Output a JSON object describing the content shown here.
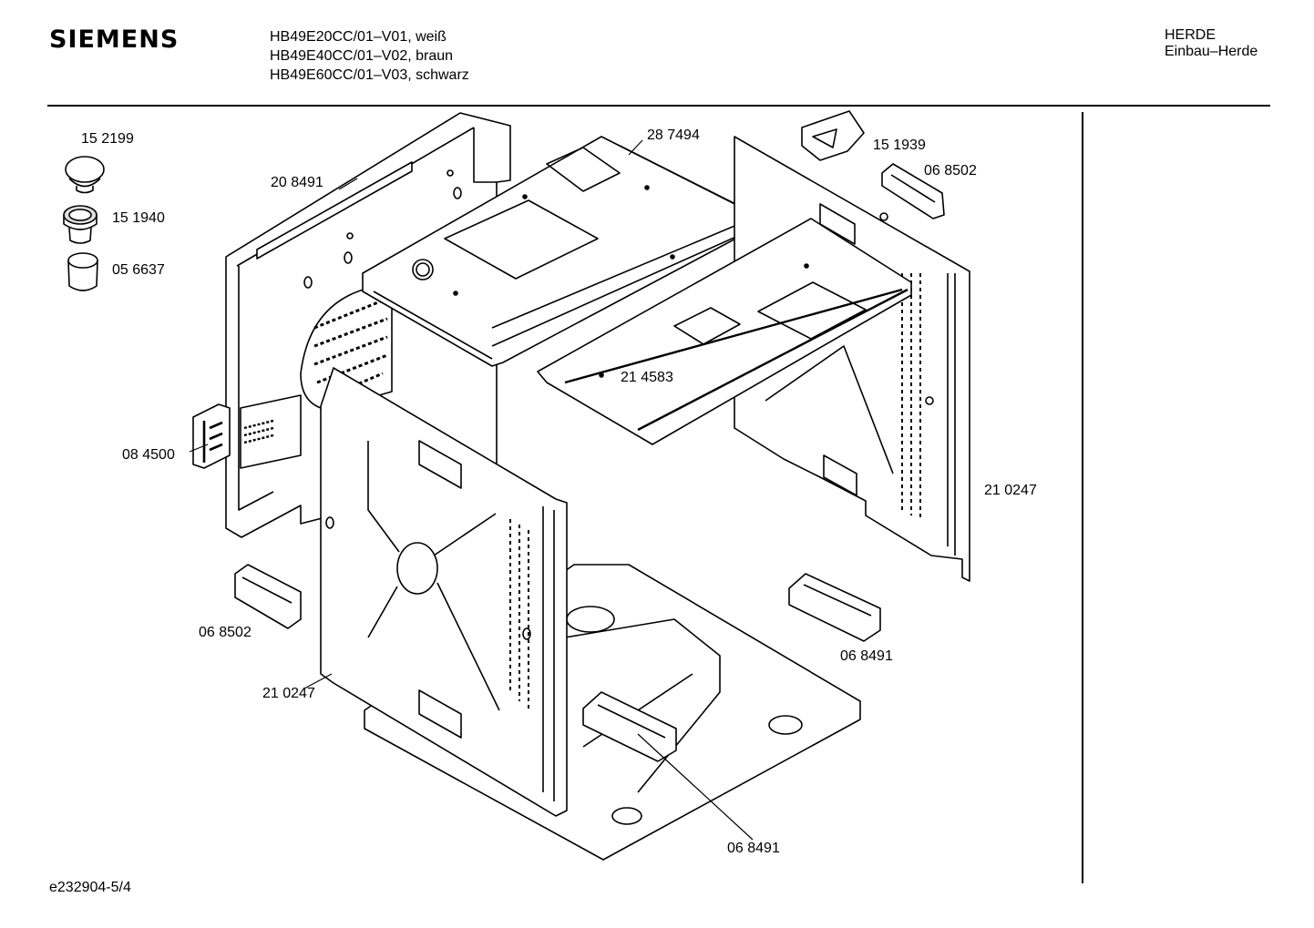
{
  "header": {
    "brand": "SIEMENS",
    "models": [
      "HB49E20CC/01–V01, weiß",
      "HB49E40CC/01–V02, braun",
      "HB49E60CC/01–V03, schwarz"
    ],
    "category": "HERDE",
    "subcategory": "Einbau–Herde"
  },
  "parts": [
    {
      "id": "p1",
      "number": "15 2199"
    },
    {
      "id": "p2",
      "number": "15 1940"
    },
    {
      "id": "p3",
      "number": "05 6637"
    },
    {
      "id": "p4",
      "number": "20 8491"
    },
    {
      "id": "p5",
      "number": "28 7494"
    },
    {
      "id": "p6",
      "number": "15 1939"
    },
    {
      "id": "p7",
      "number": "06 8502"
    },
    {
      "id": "p8",
      "number": "21 4583"
    },
    {
      "id": "p9",
      "number": "08 4500"
    },
    {
      "id": "p10",
      "number": "21 0247"
    },
    {
      "id": "p11",
      "number": "06 8502"
    },
    {
      "id": "p12",
      "number": "06 8491"
    },
    {
      "id": "p13",
      "number": "21 0247"
    },
    {
      "id": "p14",
      "number": "06 8491"
    }
  ],
  "footer": {
    "drawing_id": "e232904-5/4"
  }
}
